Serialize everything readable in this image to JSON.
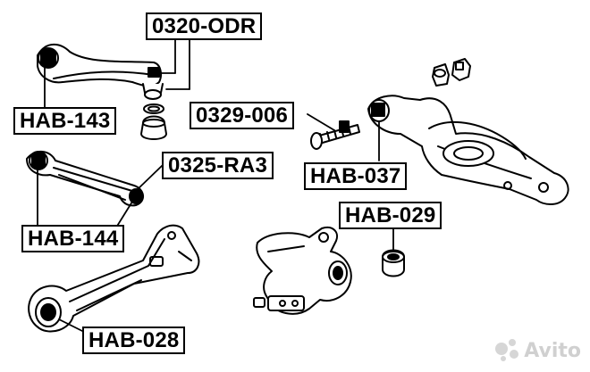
{
  "labels": {
    "odr": "0320-ODR",
    "hab143": "HAB-143",
    "p0329": "0329-006",
    "hab037": "HAB-037",
    "p0325": "0325-RA3",
    "hab144": "HAB-144",
    "hab029": "HAB-029",
    "hab028": "HAB-028"
  },
  "watermark": {
    "text": "Avito"
  },
  "colors": {
    "line": "#000000",
    "background": "#ffffff",
    "watermark": "#c8c8c8"
  }
}
